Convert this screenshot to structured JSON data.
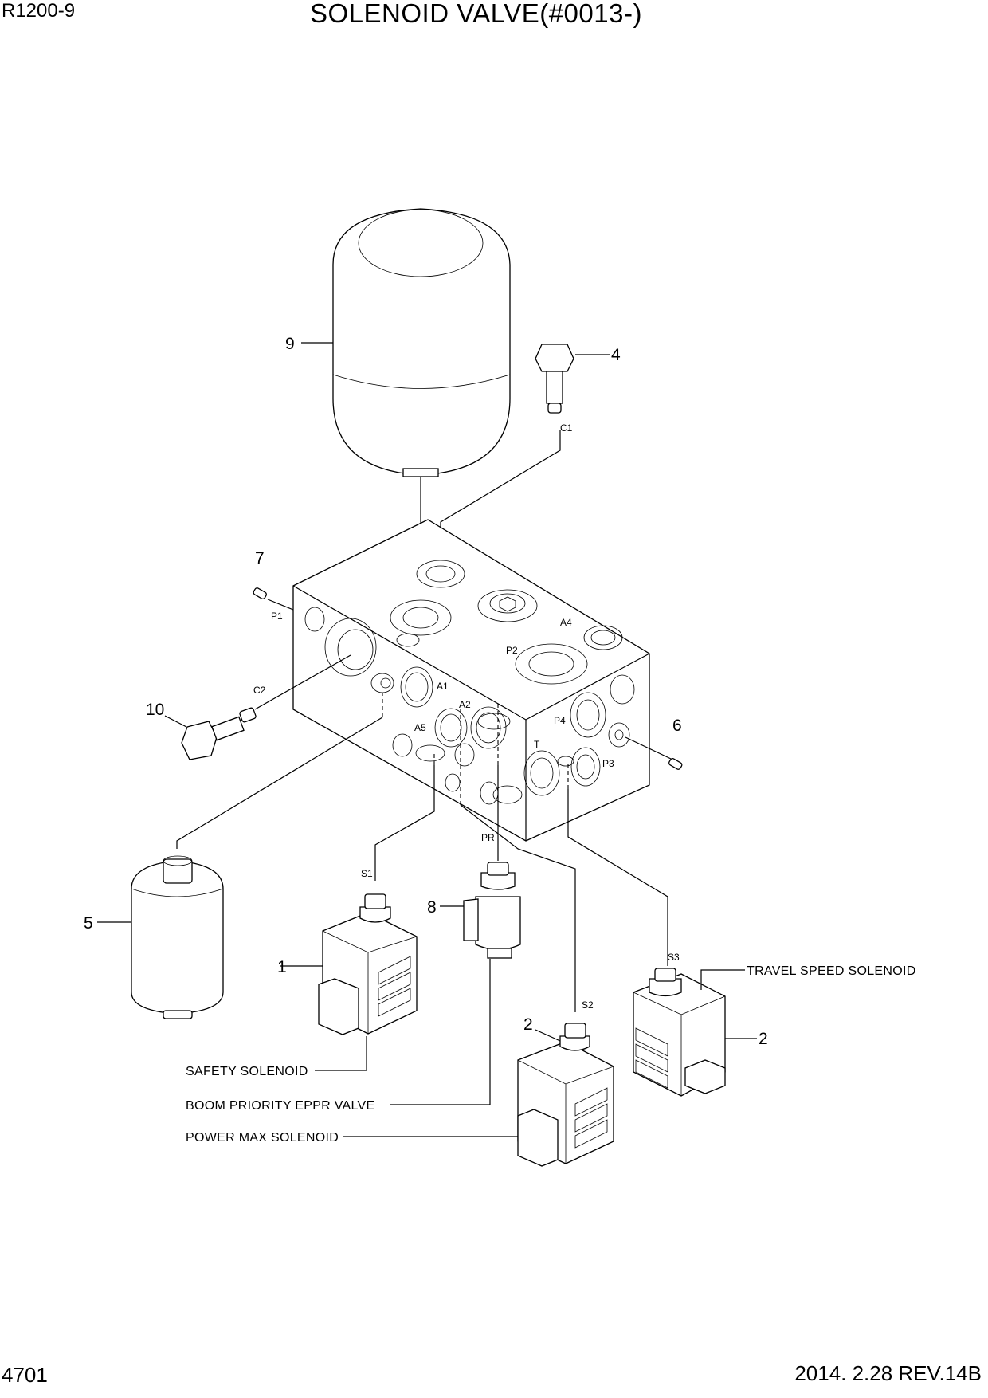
{
  "header": {
    "model": "R1200-9",
    "title": "SOLENOID VALVE(#0013-)"
  },
  "footer": {
    "page_number": "4701",
    "revision": "2014. 2.28  REV.14B"
  },
  "callouts": [
    "9",
    "4",
    "7",
    "10",
    "6",
    "5",
    "8",
    "1",
    "2",
    "2"
  ],
  "ports": [
    "C1",
    "P1",
    "A4",
    "P2",
    "C2",
    "A1",
    "A2",
    "A5",
    "P4",
    "T",
    "P3",
    "PR",
    "S1",
    "S3",
    "S2"
  ],
  "labels": {
    "travel_speed": "TRAVEL SPEED SOLENOID",
    "safety": "SAFETY SOLENOID",
    "boom_priority": "BOOM PRIORITY EPPR VALVE",
    "power_max": "POWER MAX SOLENOID"
  }
}
